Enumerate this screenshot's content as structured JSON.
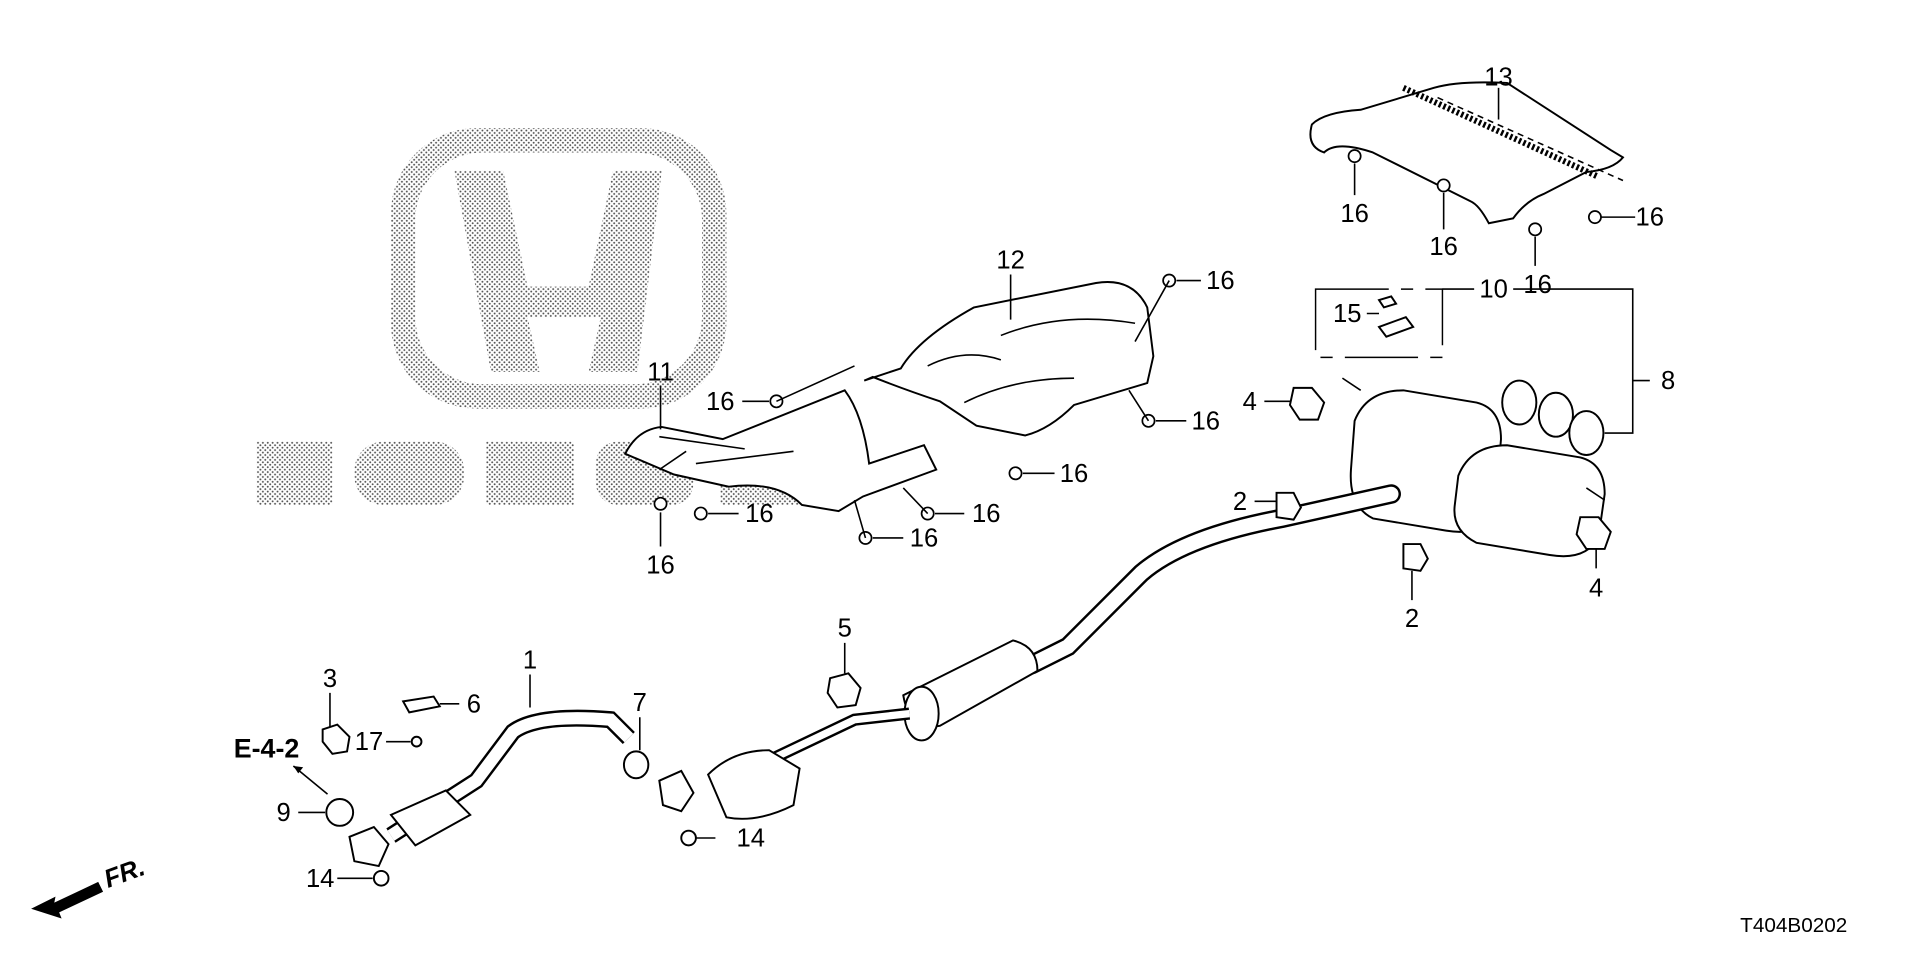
{
  "diagram": {
    "reference_code": "T404B0202",
    "cross_reference": "E-4-2",
    "front_indicator": "FR.",
    "watermark_logo": "HONDA",
    "callouts": [
      {
        "id": "c13",
        "label": "13"
      },
      {
        "id": "c16a",
        "label": "16"
      },
      {
        "id": "c16b",
        "label": "16"
      },
      {
        "id": "c16c",
        "label": "16"
      },
      {
        "id": "c16d",
        "label": "16"
      },
      {
        "id": "c12",
        "label": "12"
      },
      {
        "id": "c16e",
        "label": "16"
      },
      {
        "id": "c16f",
        "label": "16"
      },
      {
        "id": "c16g",
        "label": "16"
      },
      {
        "id": "c16h",
        "label": "16"
      },
      {
        "id": "c16i",
        "label": "16"
      },
      {
        "id": "c16j",
        "label": "16"
      },
      {
        "id": "c16k",
        "label": "16"
      },
      {
        "id": "c16l",
        "label": "16"
      },
      {
        "id": "c11",
        "label": "11"
      },
      {
        "id": "c15",
        "label": "15"
      },
      {
        "id": "c10",
        "label": "10"
      },
      {
        "id": "c8",
        "label": "8"
      },
      {
        "id": "c4a",
        "label": "4"
      },
      {
        "id": "c4b",
        "label": "4"
      },
      {
        "id": "c2a",
        "label": "2"
      },
      {
        "id": "c2b",
        "label": "2"
      },
      {
        "id": "c5",
        "label": "5"
      },
      {
        "id": "c1",
        "label": "1"
      },
      {
        "id": "c3",
        "label": "3"
      },
      {
        "id": "c6",
        "label": "6"
      },
      {
        "id": "c17",
        "label": "17"
      },
      {
        "id": "c7",
        "label": "7"
      },
      {
        "id": "c9",
        "label": "9"
      },
      {
        "id": "c14a",
        "label": "14"
      },
      {
        "id": "c14b",
        "label": "14"
      }
    ]
  }
}
